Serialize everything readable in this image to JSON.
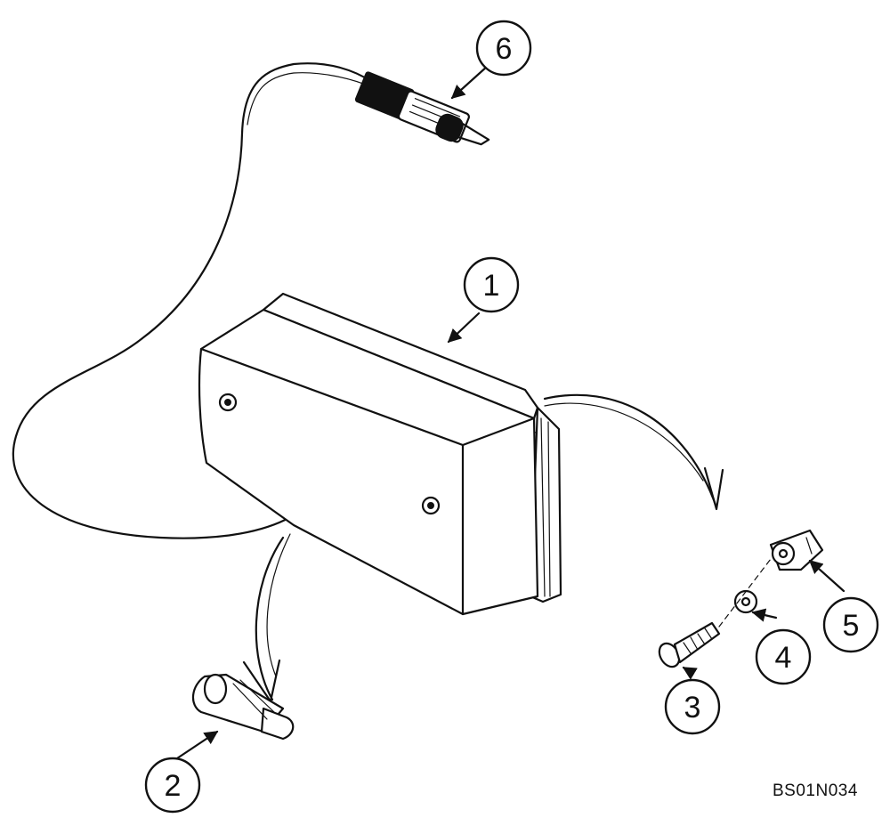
{
  "callouts": [
    {
      "id": "1",
      "label": "1"
    },
    {
      "id": "2",
      "label": "2"
    },
    {
      "id": "3",
      "label": "3"
    },
    {
      "id": "4",
      "label": "4"
    },
    {
      "id": "5",
      "label": "5"
    },
    {
      "id": "6",
      "label": "6"
    }
  ],
  "reference_code": "BS01N034"
}
